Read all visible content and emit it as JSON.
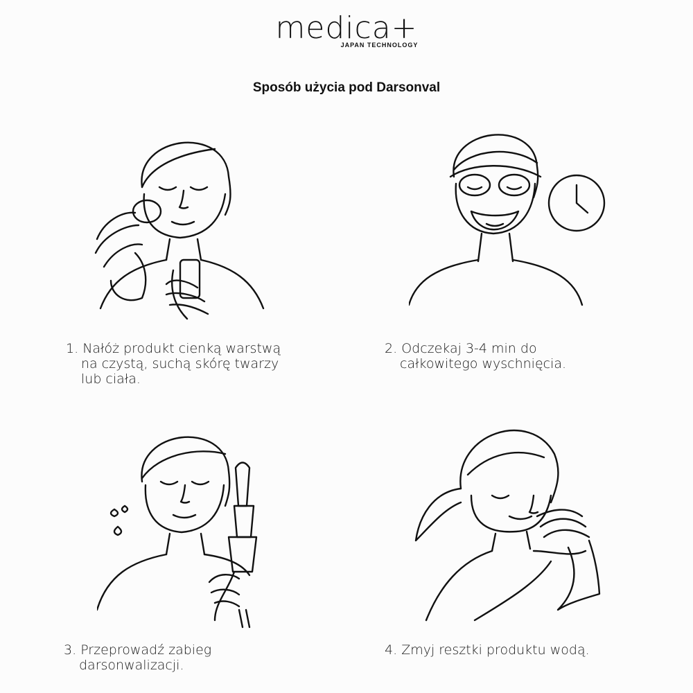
{
  "brand": {
    "name": "medica+",
    "tagline": "JAPAN TECHNOLOGY"
  },
  "title": "Sposób użycia pod Darsonval",
  "steps": [
    {
      "number": "1.",
      "lines": [
        "Nałóż produkt cienką warstwą",
        "na czystą, suchą skórę twarzy",
        "lub ciała."
      ],
      "icon": "woman-applying-product-icon"
    },
    {
      "number": "2.",
      "lines": [
        "Odczekaj 3-4 min do",
        "całkowitego wyschnięcia."
      ],
      "icon": "woman-face-mask-clock-icon"
    },
    {
      "number": "3.",
      "lines": [
        "Przeprowadź zabieg",
        "darsonwalizacji."
      ],
      "icon": "woman-darsonval-device-icon"
    },
    {
      "number": "4.",
      "lines": [
        "Zmyj resztki produktu wodą."
      ],
      "icon": "woman-washing-face-towel-icon"
    }
  ]
}
